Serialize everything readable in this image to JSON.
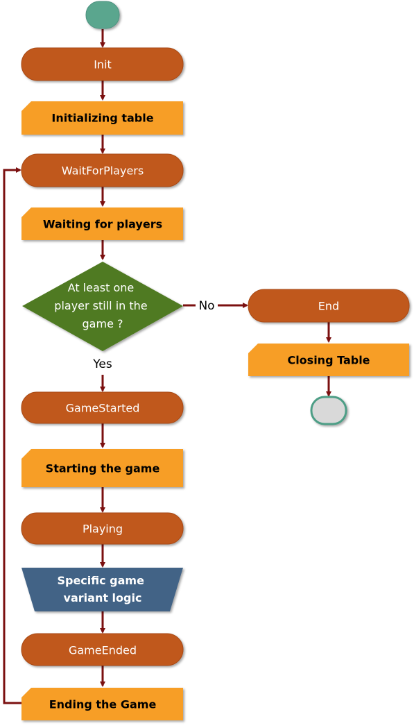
{
  "colors": {
    "state_fill": "#c0581b",
    "state_stroke": "#a84a15",
    "action_fill": "#f79e25",
    "decision_fill": "#4f7a22",
    "variant_fill": "#426386",
    "start_fill": "#5aa68e",
    "end_fill": "#d9d9d9",
    "end_stroke": "#4e9e86",
    "connector": "#7b1010"
  },
  "nodes": {
    "start": {
      "icon": "start-terminator"
    },
    "init": {
      "label": "Init"
    },
    "initializing_table": {
      "label": "Initializing table"
    },
    "wait_for_players": {
      "label": "WaitForPlayers"
    },
    "waiting_for_players": {
      "label": "Waiting for players"
    },
    "decision": {
      "lines": [
        "At least one",
        "player still in the",
        "game ?"
      ]
    },
    "end_state": {
      "label": "End"
    },
    "closing_table": {
      "label": "Closing Table"
    },
    "end": {
      "icon": "end-terminator"
    },
    "game_started": {
      "label": "GameStarted"
    },
    "starting_the_game": {
      "label": "Starting the game"
    },
    "playing": {
      "label": "Playing"
    },
    "specific_variant": {
      "lines": [
        "Specific game",
        "variant logic"
      ]
    },
    "game_ended": {
      "label": "GameEnded"
    },
    "ending_the_game": {
      "label": "Ending the Game"
    }
  },
  "edges": {
    "no_label": "No",
    "yes_label": "Yes"
  }
}
